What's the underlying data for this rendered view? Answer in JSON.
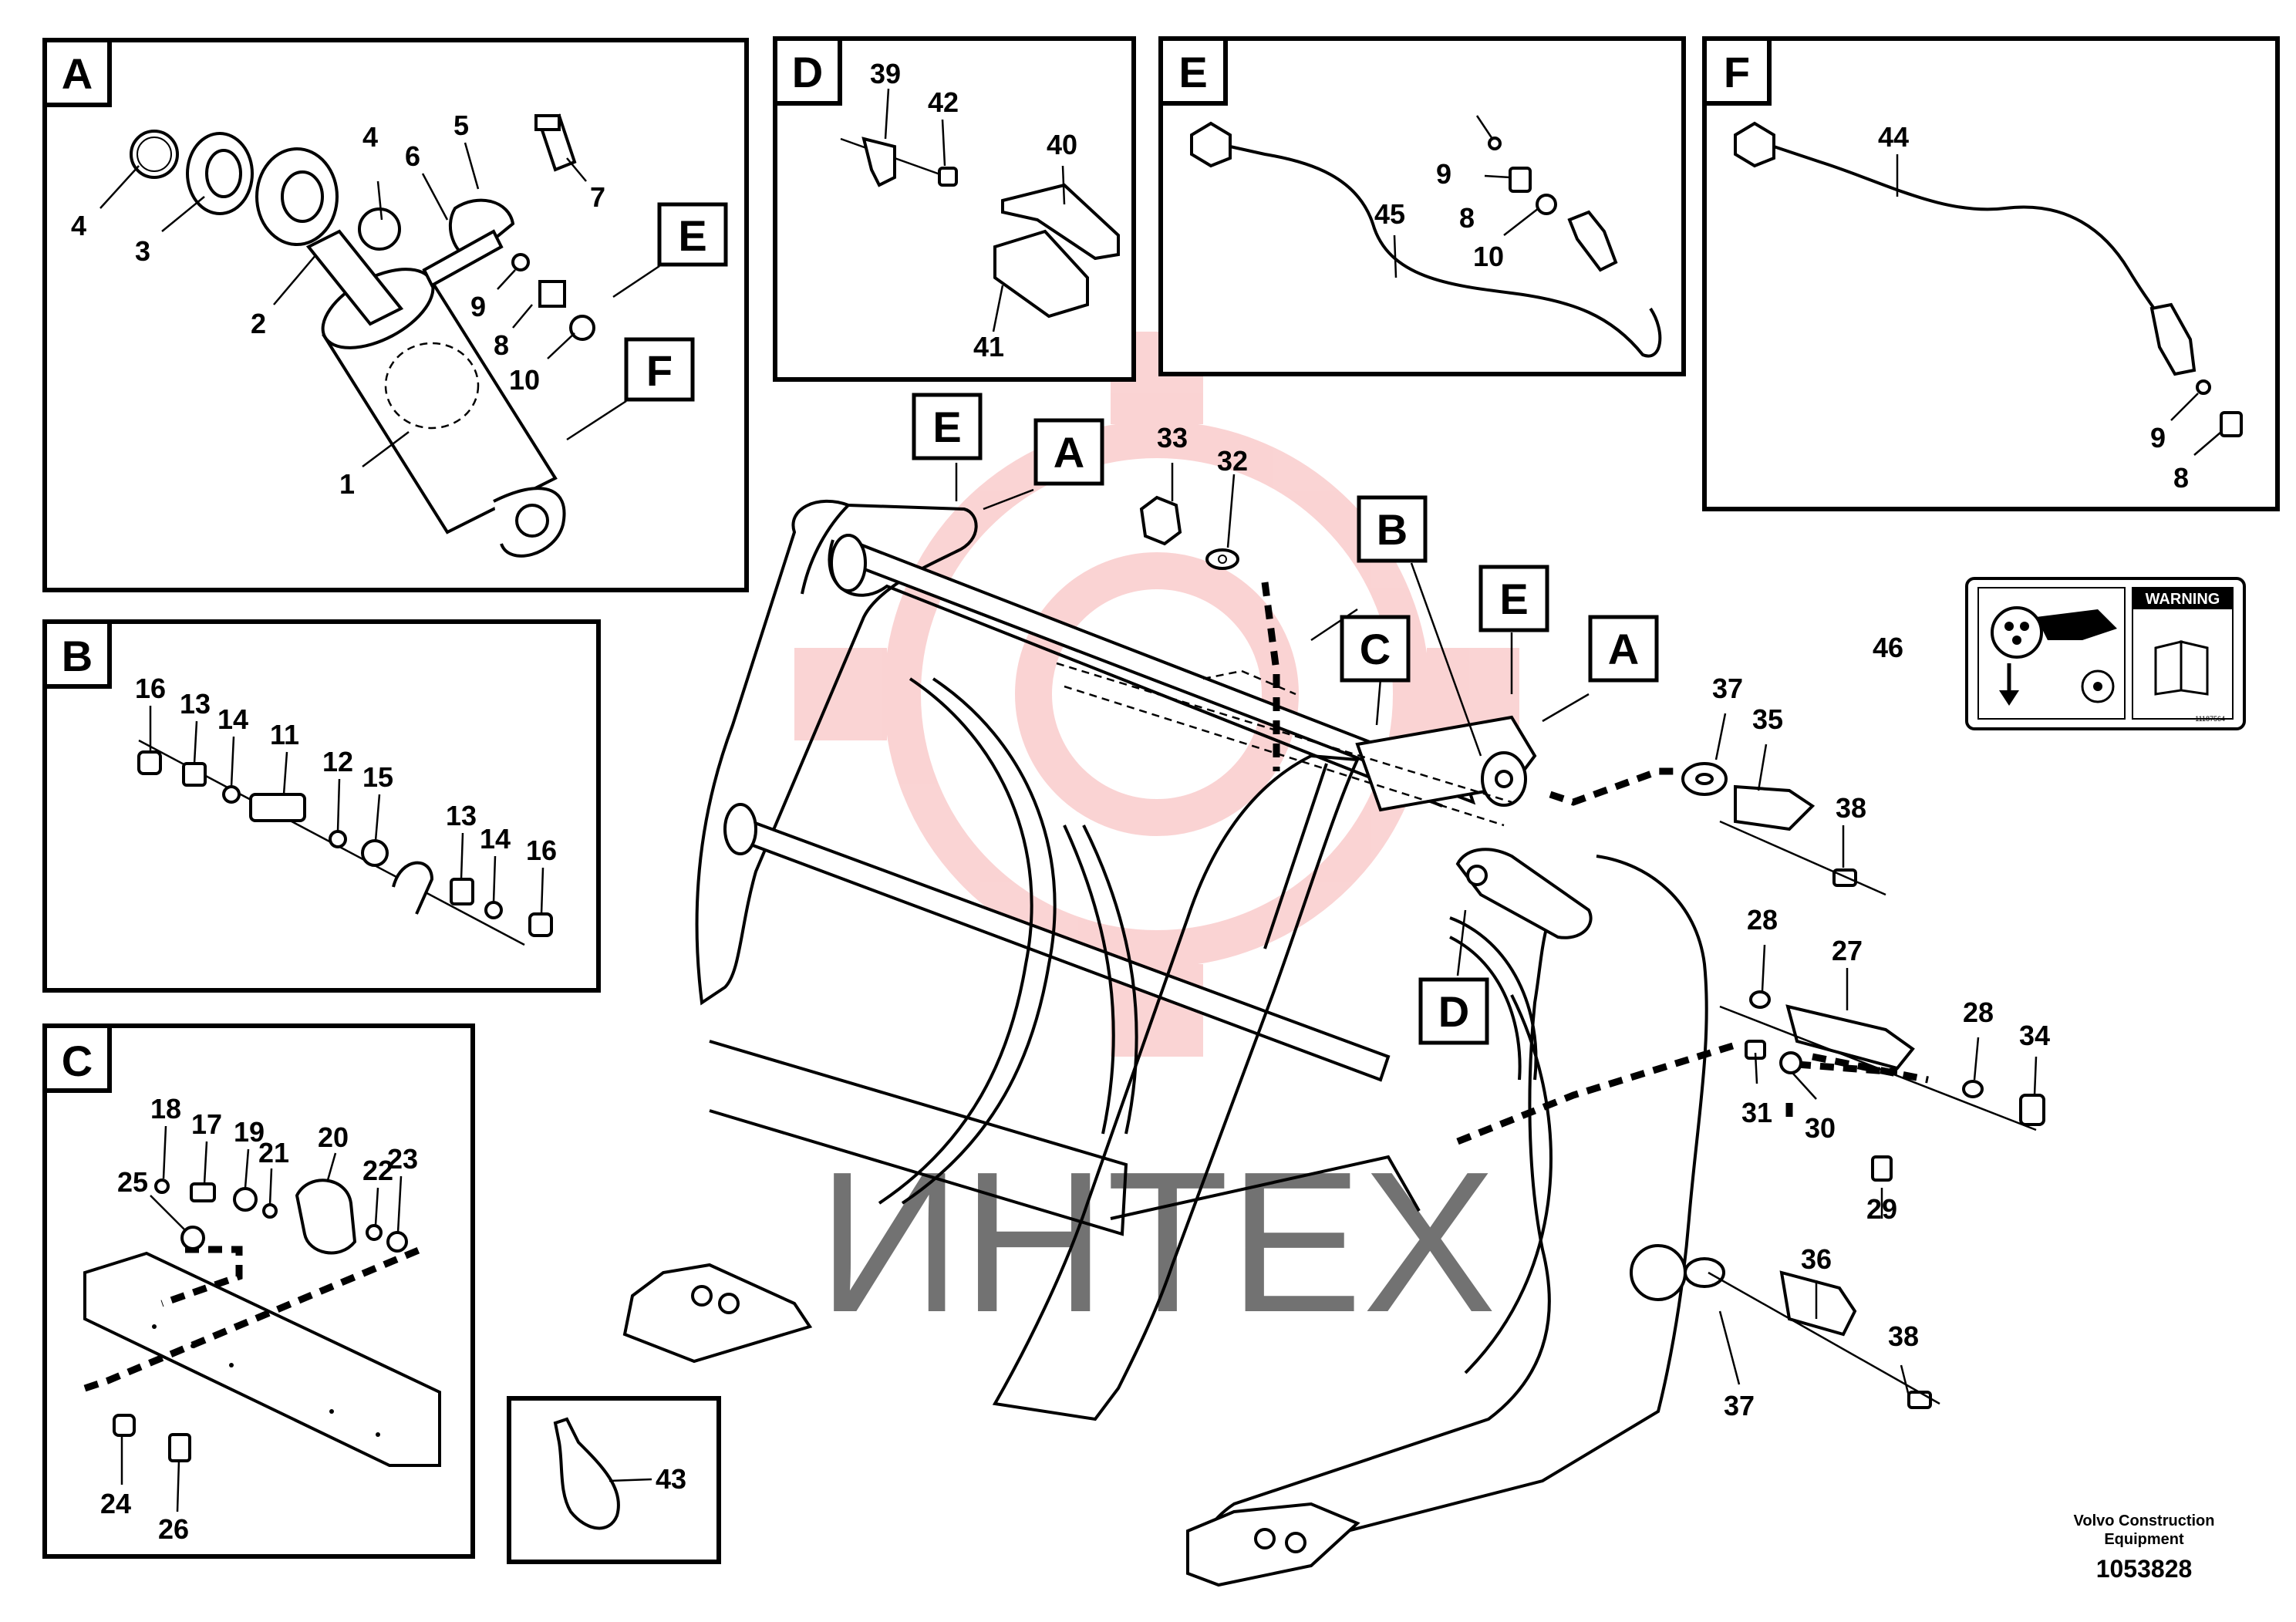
{
  "panels": {
    "A": {
      "letter": "A",
      "callouts": [
        "1",
        "2",
        "3",
        "4",
        "4",
        "5",
        "6",
        "7",
        "8",
        "9",
        "10"
      ],
      "refs": [
        "E",
        "F"
      ]
    },
    "B": {
      "letter": "B",
      "callouts": [
        "11",
        "12",
        "13",
        "13",
        "14",
        "14",
        "15",
        "16",
        "16"
      ]
    },
    "C": {
      "letter": "C",
      "callouts": [
        "17",
        "18",
        "19",
        "20",
        "21",
        "22",
        "23",
        "24",
        "25",
        "26"
      ]
    },
    "D": {
      "letter": "D",
      "callouts": [
        "39",
        "40",
        "41",
        "42"
      ]
    },
    "E": {
      "letter": "E",
      "callouts": [
        "8",
        "9",
        "10",
        "45"
      ]
    },
    "F": {
      "letter": "F",
      "callouts": [
        "8",
        "9",
        "44"
      ]
    },
    "tie": {
      "callout": "43"
    }
  },
  "main": {
    "refs": [
      "E",
      "A",
      "B",
      "C",
      "E",
      "A",
      "D"
    ],
    "callouts": [
      "27",
      "28",
      "28",
      "29",
      "30",
      "31",
      "32",
      "33",
      "34",
      "35",
      "36",
      "37",
      "37",
      "38",
      "38",
      "46"
    ]
  },
  "decal": {
    "callout": "46",
    "warning": "WARNING",
    "code": "11187564"
  },
  "footer": {
    "line1": "Volvo Construction",
    "line2": "Equipment",
    "number": "1053828"
  },
  "watermark": {
    "text": "ИНТЕХ",
    "color": "#f6b0b0"
  }
}
